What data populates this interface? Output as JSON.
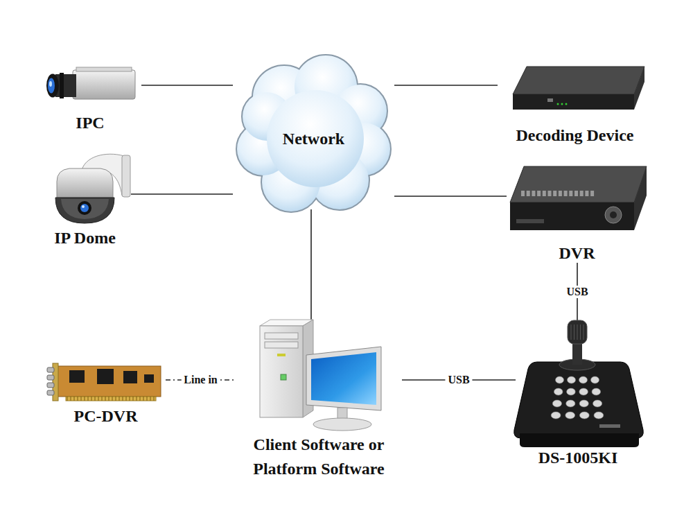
{
  "diagram": {
    "nodes": [
      {
        "text": [
          "IPC"
        ]
      },
      {
        "text": [
          "IP Dome"
        ]
      },
      {
        "text": [
          "Network"
        ]
      },
      {
        "text": [
          "Decoding Device"
        ]
      },
      {
        "text": [
          "DVR"
        ]
      },
      {
        "text": [
          "PC-DVR"
        ]
      },
      {
        "text": [
          "Client Software or Platform Software"
        ]
      },
      {
        "text": [
          "DS-1005KI"
        ]
      }
    ],
    "edges": [
      {
        "from": 0,
        "to": 2,
        "arrow": "none"
      },
      {
        "from": 1,
        "to": 2,
        "arrow": "none"
      },
      {
        "from": 2,
        "to": 3,
        "arrow": "none"
      },
      {
        "from": 2,
        "to": 4,
        "arrow": "none"
      },
      {
        "from": 2,
        "to": 6,
        "arrow": "none"
      },
      {
        "from": 4,
        "to": 7,
        "label": "USB",
        "arrow": "none"
      },
      {
        "from": 5,
        "to": 6,
        "label": "Line in",
        "arrow": "none"
      },
      {
        "from": 6,
        "to": 7,
        "label": "USB",
        "arrow": "none"
      }
    ]
  }
}
